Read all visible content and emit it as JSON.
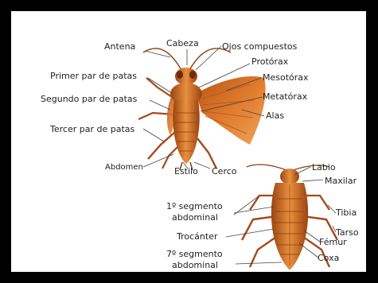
{
  "labels": {
    "cabeza": "Cabeza",
    "antena": "Antena",
    "ojos_compuestos": "Ojos compuestos",
    "protorax": "Protórax",
    "primer_par": "Primer par de patas",
    "mesotorax": "Mesotórax",
    "segundo_par": "Segundo par de patas",
    "metatorax": "Metatórax",
    "alas": "Alas",
    "tercer_par": "Tercer par de patas",
    "abdomen": "Abdomen",
    "estilo": "Estilo",
    "cerco": "Cerco",
    "labio": "Labio",
    "maxilar": "Maxilar",
    "seg1_line1": "1º segmento",
    "seg1_line2": "abdominal",
    "tibia": "Tibia",
    "tarso": "Tarso",
    "trocanter": "Trocánter",
    "femur": "Fémur",
    "seg7_line1": "7º segmento",
    "seg7_line2": "abdominal",
    "coxa": "Coxa"
  },
  "colors": {
    "frame": "#000000",
    "background": "#ffffff",
    "body": "#c9661d",
    "body_light": "#e89248",
    "body_dark": "#8a3c0b",
    "wing": "#d66d21",
    "leader_line": "#444444"
  }
}
